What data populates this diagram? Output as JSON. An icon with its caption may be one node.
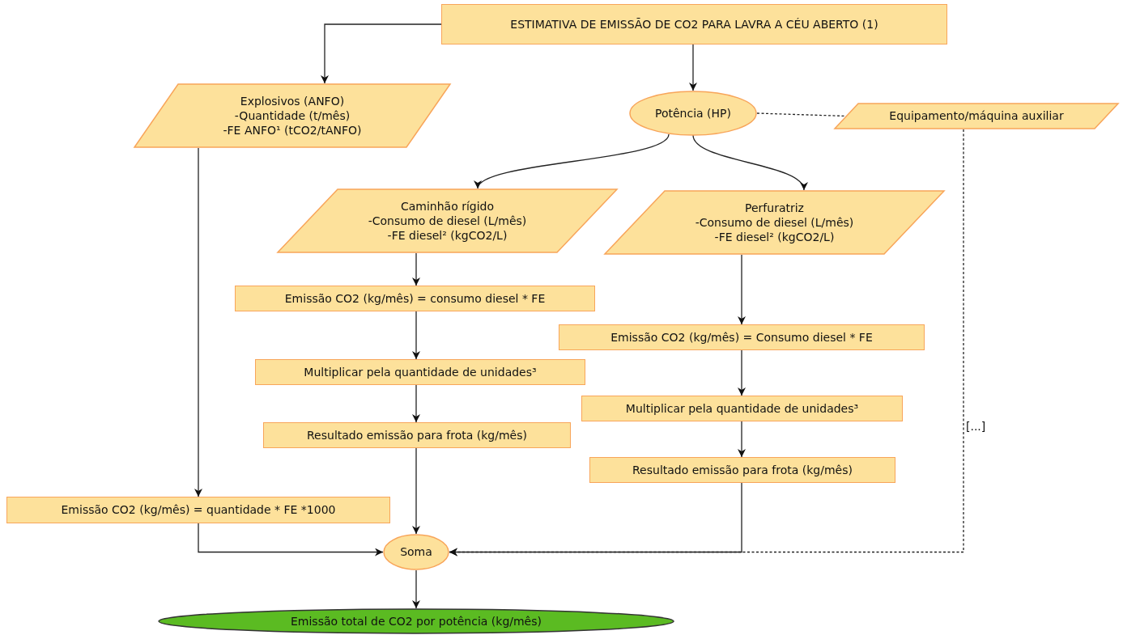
{
  "diagram": {
    "nodes": [
      {
        "text": [
          "ESTIMATIVA DE EMISSÃO DE CO2 PARA LAVRA A CÉU ABERTO (1)"
        ]
      },
      {
        "text": [
          "Explosivos (ANFO)",
          "-Quantidade (t/mês)",
          "-FE ANFO¹ (tCO2/tANFO)"
        ]
      },
      {
        "text": [
          "Potência (HP)"
        ]
      },
      {
        "text": [
          "Equipamento/máquina auxiliar"
        ]
      },
      {
        "text": [
          "Caminhão rígido",
          "-Consumo de diesel (L/mês)",
          "-FE diesel² (kgCO2/L)"
        ]
      },
      {
        "text": [
          "Perfuratriz",
          "-Consumo de diesel (L/mês)",
          "-FE diesel² (kgCO2/L)"
        ]
      },
      {
        "text": [
          "Emissão CO2 (kg/mês) = consumo diesel * FE"
        ]
      },
      {
        "text": [
          "Emissão CO2 (kg/mês) = Consumo diesel * FE"
        ]
      },
      {
        "text": [
          "Multiplicar pela quantidade de unidades³"
        ]
      },
      {
        "text": [
          "Multiplicar pela quantidade de unidades³"
        ]
      },
      {
        "text": [
          "Resultado emissão para frota (kg/mês)"
        ]
      },
      {
        "text": [
          "Resultado emissão para frota (kg/mês)"
        ]
      },
      {
        "text": [
          "Emissão CO2 (kg/mês) = quantidade * FE *1000"
        ]
      },
      {
        "text": [
          "Soma"
        ]
      },
      {
        "text": [
          "Emissão total de CO2 por potência (kg/mês)"
        ]
      }
    ],
    "edges": [
      {
        "from": 0,
        "to": 1,
        "arrow": "to"
      },
      {
        "from": 0,
        "to": 2,
        "arrow": "to"
      },
      {
        "from": 2,
        "to": 3,
        "arrow": "none",
        "style": "dashed"
      },
      {
        "from": 2,
        "to": 4,
        "arrow": "to"
      },
      {
        "from": 2,
        "to": 5,
        "arrow": "to"
      },
      {
        "from": 4,
        "to": 6,
        "arrow": "to"
      },
      {
        "from": 6,
        "to": 8,
        "arrow": "to"
      },
      {
        "from": 8,
        "to": 10,
        "arrow": "to"
      },
      {
        "from": 10,
        "to": 13,
        "arrow": "to"
      },
      {
        "from": 5,
        "to": 7,
        "arrow": "to"
      },
      {
        "from": 7,
        "to": 9,
        "arrow": "to"
      },
      {
        "from": 9,
        "to": 11,
        "arrow": "to"
      },
      {
        "from": 11,
        "to": 13,
        "arrow": "to"
      },
      {
        "from": 1,
        "to": 12,
        "arrow": "to"
      },
      {
        "from": 12,
        "to": 13,
        "arrow": "to"
      },
      {
        "from": 3,
        "to": 13,
        "arrow": "to",
        "style": "dashed"
      },
      {
        "from": 13,
        "to": 14,
        "arrow": "to"
      }
    ],
    "labels": [
      "[...]"
    ]
  }
}
